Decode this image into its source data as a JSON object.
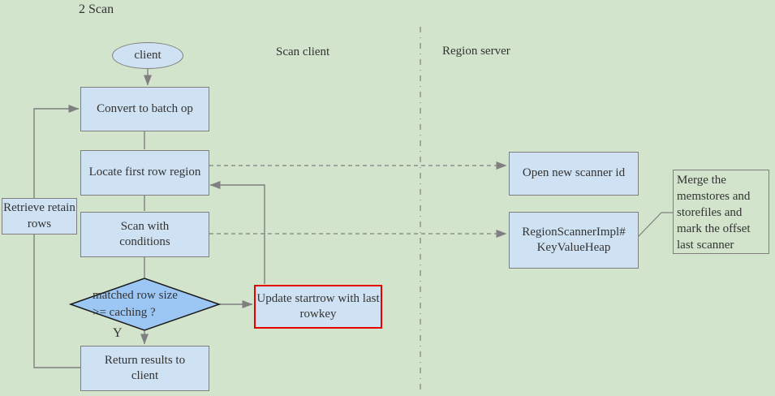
{
  "title": "2 Scan",
  "lanes": {
    "left": "Scan client",
    "right": "Region server"
  },
  "nodes": {
    "client": "client",
    "convert": "Convert to batch op",
    "locate": "Locate first row region",
    "scan_conditions": "Scan with\nconditions",
    "decision": "matched row size\n>= caching ?",
    "return_results": "Return results to\nclient",
    "retrieve": "Retrieve retain\nrows",
    "update_startrow": "Update startrow with last\nrowkey",
    "open_scanner": "Open new scanner id",
    "region_scanner": "RegionScannerImpl#\nKeyValueHeap",
    "merge_note": "Merge the\nmemstores and\nstorefiles and\nmark the offset\nlast scanner"
  },
  "edge_labels": {
    "yes": "Y"
  },
  "colors": {
    "background": "#d2e4cc",
    "node_fill": "#cfe2f3",
    "node_border": "#7f7f7f",
    "decision_fill": "#9cc7f5",
    "decision_border": "#1a1a1a",
    "alert_border": "#e60000",
    "connector": "#7f7f7f",
    "text": "#333333"
  }
}
